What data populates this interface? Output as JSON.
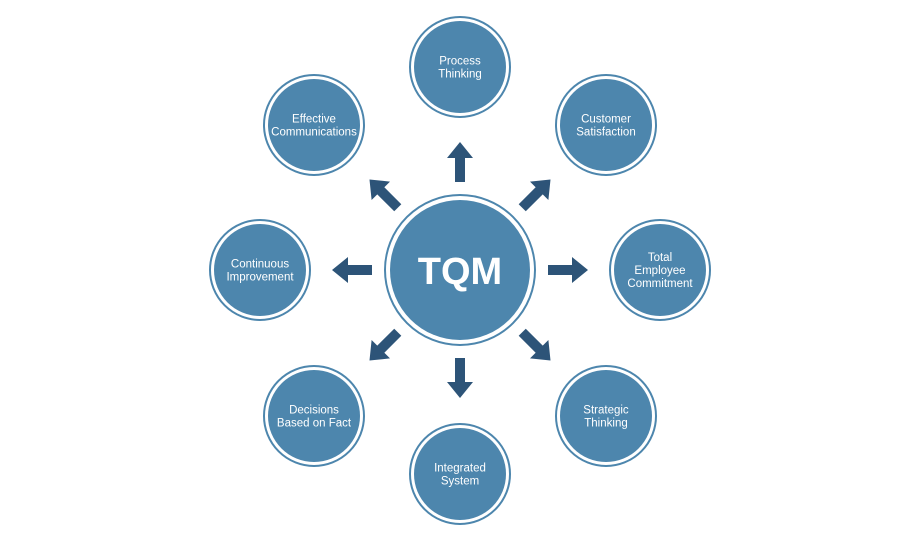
{
  "center": {
    "label": "TQM"
  },
  "nodes": [
    {
      "id": "process-thinking",
      "lines": [
        "Process",
        "Thinking"
      ]
    },
    {
      "id": "customer-satisfaction",
      "lines": [
        "Customer",
        "Satisfaction"
      ]
    },
    {
      "id": "total-employee-commitment",
      "lines": [
        "Total",
        "Employee",
        "Commitment"
      ]
    },
    {
      "id": "strategic-thinking",
      "lines": [
        "Strategic",
        "Thinking"
      ]
    },
    {
      "id": "integrated-system",
      "lines": [
        "Integrated",
        "System"
      ]
    },
    {
      "id": "decisions-based-on-fact",
      "lines": [
        "Decisions",
        "Based on Fact"
      ]
    },
    {
      "id": "continuous-improvement",
      "lines": [
        "Continuous",
        "Improvement"
      ]
    },
    {
      "id": "effective-communications",
      "lines": [
        "Effective",
        "Communications"
      ]
    }
  ],
  "colors": {
    "node_fill": "#4d86ad",
    "node_ring": "#4d86ad",
    "center_fill": "#4d86ad",
    "arrow": "#2d5478",
    "text": "#ffffff"
  }
}
